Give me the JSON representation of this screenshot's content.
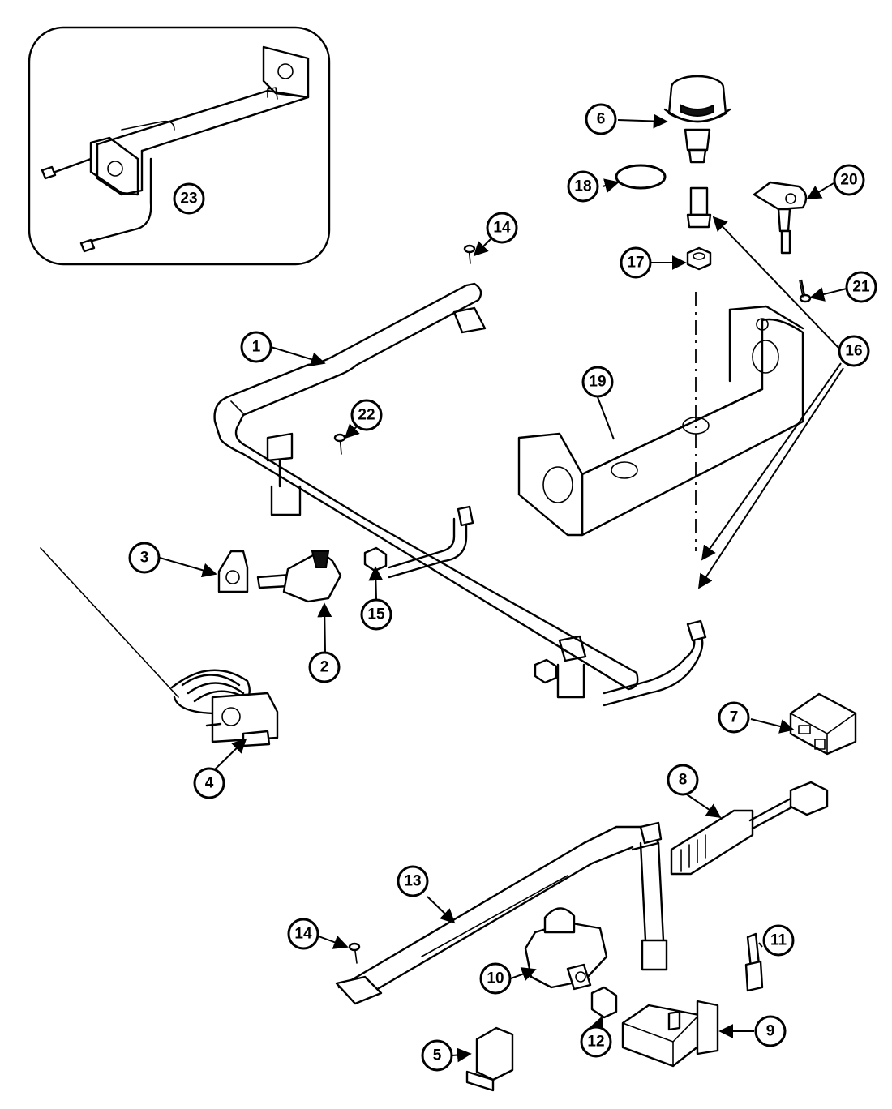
{
  "callouts": [
    {
      "id": "1",
      "label": "1"
    },
    {
      "id": "2",
      "label": "2"
    },
    {
      "id": "3",
      "label": "3"
    },
    {
      "id": "4",
      "label": "4"
    },
    {
      "id": "5",
      "label": "5"
    },
    {
      "id": "6",
      "label": "6"
    },
    {
      "id": "7",
      "label": "7"
    },
    {
      "id": "8",
      "label": "8"
    },
    {
      "id": "9",
      "label": "9"
    },
    {
      "id": "10",
      "label": "10"
    },
    {
      "id": "11",
      "label": "11"
    },
    {
      "id": "12",
      "label": "12"
    },
    {
      "id": "13",
      "label": "13"
    },
    {
      "id": "14a",
      "label": "14"
    },
    {
      "id": "14b",
      "label": "14"
    },
    {
      "id": "15",
      "label": "15"
    },
    {
      "id": "16",
      "label": "16"
    },
    {
      "id": "17",
      "label": "17"
    },
    {
      "id": "18",
      "label": "18"
    },
    {
      "id": "19",
      "label": "19"
    },
    {
      "id": "20",
      "label": "20"
    },
    {
      "id": "21",
      "label": "21"
    },
    {
      "id": "22",
      "label": "22"
    },
    {
      "id": "23",
      "label": "23"
    }
  ]
}
